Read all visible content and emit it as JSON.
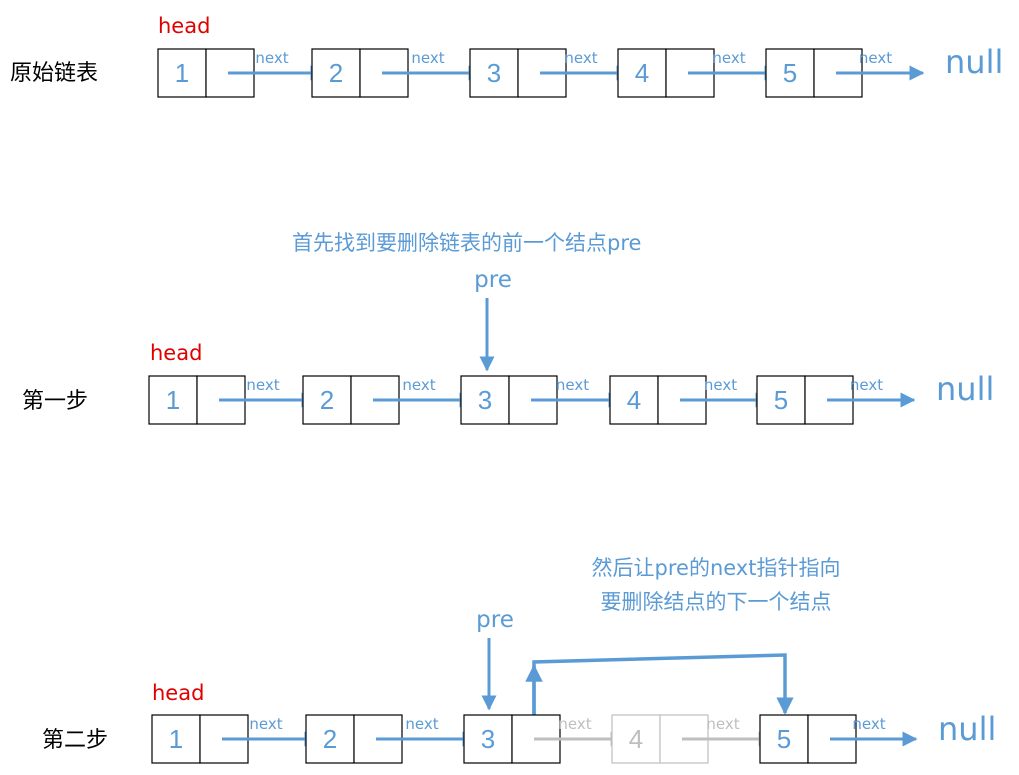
{
  "colors": {
    "accent": "#5b9bd5",
    "head": "#e00000",
    "removed": "#bfbfbf",
    "text": "#000000",
    "box": "#000000"
  },
  "rows": [
    {
      "label": "原始链表",
      "head_label": "head",
      "nodes": [
        "1",
        "2",
        "3",
        "4",
        "5"
      ],
      "next_label": "next",
      "null_label": "null"
    },
    {
      "label": "第一步",
      "head_label": "head",
      "caption": "首先找到要删除链表的前一个结点pre",
      "pointer_label": "pre",
      "nodes": [
        "1",
        "2",
        "3",
        "4",
        "5"
      ],
      "next_label": "next",
      "null_label": "null"
    },
    {
      "label": "第二步",
      "head_label": "head",
      "caption_line1": "然后让pre的next指针指向",
      "caption_line2": "要删除结点的下一个结点",
      "pointer_label": "pre",
      "nodes": [
        "1",
        "2",
        "3",
        "4",
        "5"
      ],
      "next_label": "next",
      "null_label": "null"
    }
  ]
}
